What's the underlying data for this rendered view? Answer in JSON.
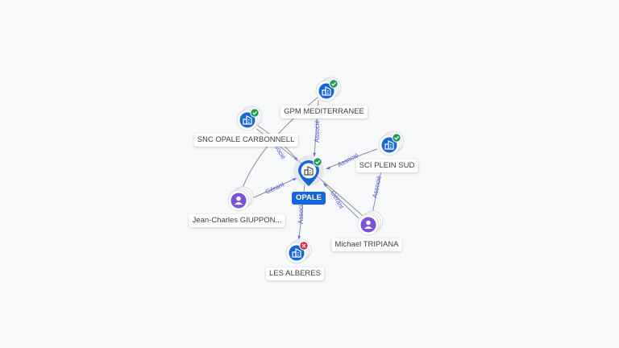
{
  "colors": {
    "company": "#1565d8",
    "person": "#7b52d9",
    "active_badge": "#1f9d55",
    "closed_badge": "#e0243b",
    "edge_label": "#4f5bd5"
  },
  "nodes": [
    {
      "id": "opale",
      "label": "OPALE",
      "kind": "company-center",
      "icon": "building-icon",
      "badge": "check"
    },
    {
      "id": "gpm",
      "label": "GPM MEDITERRANEE",
      "kind": "company",
      "icon": "building-icon",
      "badge": "check"
    },
    {
      "id": "snc",
      "label": "SNC OPALE CARBONNELL",
      "kind": "company",
      "icon": "building-icon",
      "badge": "check"
    },
    {
      "id": "sci",
      "label": "SCI PLEIN SUD",
      "kind": "company",
      "icon": "building-icon",
      "badge": "check"
    },
    {
      "id": "jc",
      "label": "Jean-Charles GIUPPON...",
      "kind": "person",
      "icon": "person-icon",
      "badge": null
    },
    {
      "id": "michael",
      "label": "Michael TRIPIANA",
      "kind": "person",
      "icon": "person-icon",
      "badge": null
    },
    {
      "id": "alberes",
      "label": "LES ALBERES",
      "kind": "company",
      "icon": "building-icon",
      "badge": "cross"
    }
  ],
  "edges": [
    {
      "id": "e-gpm",
      "from": "gpm",
      "to": "opale",
      "label": "Associé"
    },
    {
      "id": "e-snc",
      "from": "snc",
      "to": "opale",
      "label": "Associé"
    },
    {
      "id": "e-sci",
      "from": "sci",
      "to": "opale",
      "label": "Associé"
    },
    {
      "id": "e-jc",
      "from": "jc",
      "to": "opale",
      "label": "Gérant"
    },
    {
      "id": "e-michael",
      "from": "michael",
      "to": "opale",
      "label": "Gérant"
    },
    {
      "id": "e-alberes",
      "from": "opale",
      "to": "alberes",
      "label": "Associé"
    },
    {
      "id": "e-michael-sci",
      "from": "michael",
      "to": "sci",
      "label": "Associé"
    },
    {
      "id": "e-jc-gpm",
      "from": "jc",
      "to": "gpm",
      "label": ""
    },
    {
      "id": "e-michael-snc",
      "from": "michael",
      "to": "snc",
      "label": ""
    }
  ]
}
